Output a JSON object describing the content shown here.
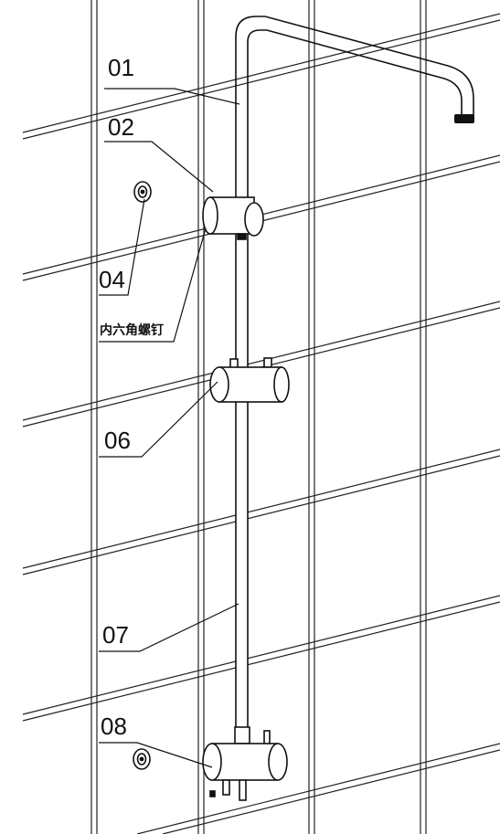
{
  "callouts": {
    "c01": "01",
    "c02": "02",
    "c04": "04",
    "c06": "06",
    "c07": "07",
    "c08": "08"
  },
  "note": "内六角螺钉"
}
